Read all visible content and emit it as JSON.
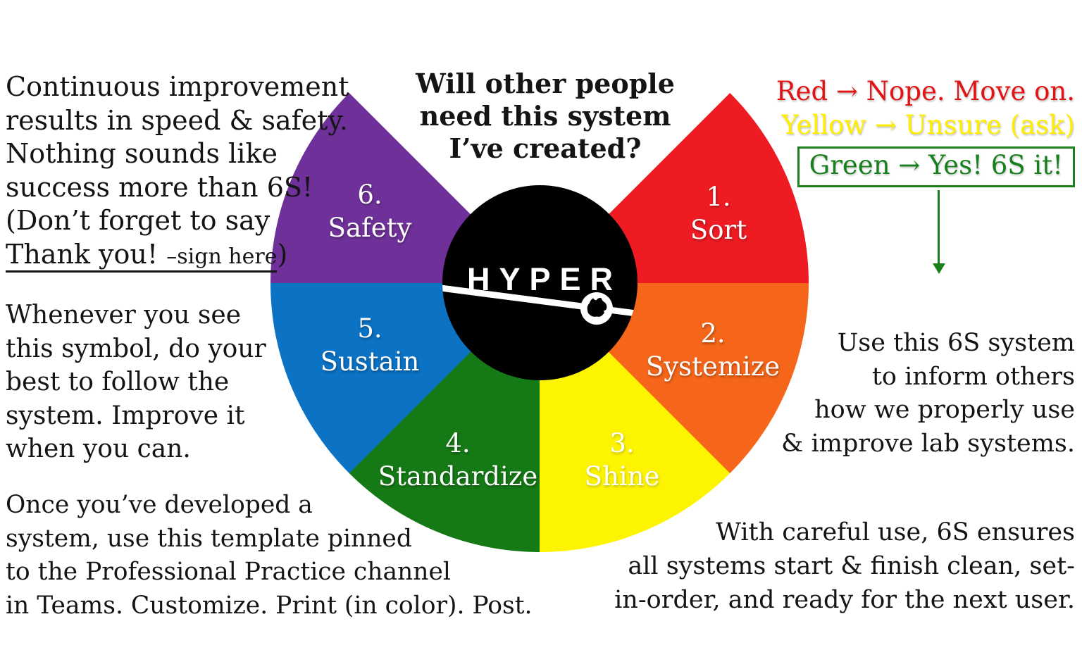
{
  "title": {
    "line1": "Will other people",
    "line2": "need this system",
    "line3": "I’ve created?"
  },
  "intro_block": {
    "line1": "Continuous improvement",
    "line2": "results in speed & safety.",
    "line3": "Nothing sounds like",
    "line4": "success more than 6S!",
    "line5": "(Don’t forget to say",
    "thank_you": "Thank you!",
    "sign_here": "–sign here",
    "close_paren": ")"
  },
  "symbol_block": {
    "line1": "Whenever you see",
    "line2": "this symbol, do your",
    "line3": "best to follow the",
    "line4": "system. Improve it",
    "line5": "when you can."
  },
  "template_block": {
    "line1": "Once you’ve developed a",
    "line2": "system, use this template pinned",
    "line3": "to the Professional Practice channel",
    "line4": "in Teams. Customize. Print (in color). Post."
  },
  "legend": {
    "red": {
      "text": "Red → Nope. Move on.",
      "color": "#e01414"
    },
    "yellow": {
      "text": "Yellow → Unsure (ask)",
      "color": "#ffee00"
    },
    "green": {
      "text": "Green → Yes! 6S it!",
      "color": "#17801c",
      "box_border": "#1a7f1a"
    }
  },
  "usage_block": {
    "line1": "Use this 6S system",
    "line2": "to inform others",
    "line3": "how we properly use",
    "line4": "& improve lab systems."
  },
  "care_block": {
    "line1": "With careful use, 6S ensures",
    "line2": "all systems start & finish clean, set-",
    "line3": "in-order, and ready for the next user."
  },
  "wheel": {
    "hub": {
      "brand": "HYPER",
      "logo": "wsu-cougar"
    },
    "gap_color": "#ffffff",
    "segments": [
      {
        "number": "1.",
        "label": "Sort",
        "color": "#ee1b23"
      },
      {
        "number": "2.",
        "label": "Systemize",
        "color": "#f6661a"
      },
      {
        "number": "3.",
        "label": "Shine",
        "color": "#fdf400"
      },
      {
        "number": "4.",
        "label": "Standardize",
        "color": "#157a15"
      },
      {
        "number": "5.",
        "label": "Sustain",
        "color": "#0b72c4"
      },
      {
        "number": "6.",
        "label": "Safety",
        "color": "#6f3199"
      }
    ]
  }
}
